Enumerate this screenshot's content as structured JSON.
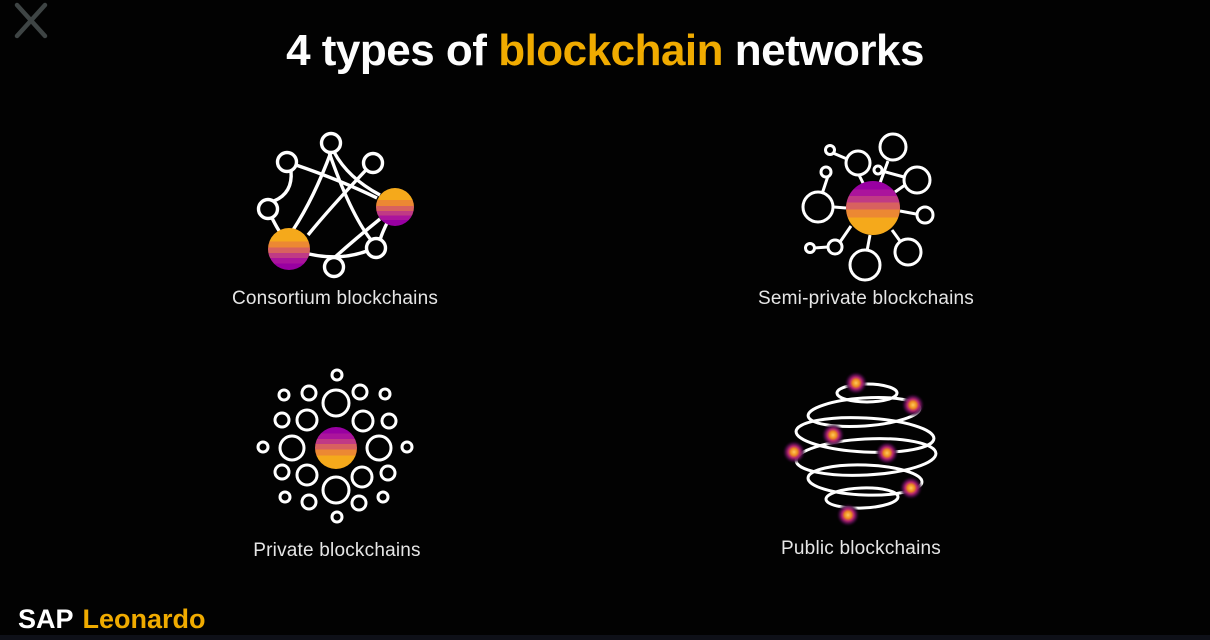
{
  "title": {
    "prefix": "4 types of ",
    "highlight": "blockchain",
    "suffix": " networks",
    "highlight_color": "#F0AB00"
  },
  "close": {
    "icon": "close-icon"
  },
  "diagrams": [
    {
      "id": "consortium",
      "label": "Consortium blockchains",
      "icon": "consortium-network-icon"
    },
    {
      "id": "semi_private",
      "label": "Semi-private blockchains",
      "icon": "semi-private-network-icon"
    },
    {
      "id": "private",
      "label": "Private blockchains",
      "icon": "private-network-icon"
    },
    {
      "id": "public",
      "label": "Public blockchains",
      "icon": "public-network-icon"
    }
  ],
  "brand": {
    "company": "SAP",
    "product": "Leonardo",
    "product_color": "#F0AB00"
  },
  "colors": {
    "background": "#000000",
    "accent_gold": "#F0AB00",
    "node_stroke": "#ffffff",
    "gradient_top_orange": "#F5A91B",
    "gradient_bottom_purple": "#9900A2",
    "dot_core_orange": "#FFC14A",
    "dot_ring_magenta": "#B32470",
    "close_icon_gray": "#3E4444"
  }
}
